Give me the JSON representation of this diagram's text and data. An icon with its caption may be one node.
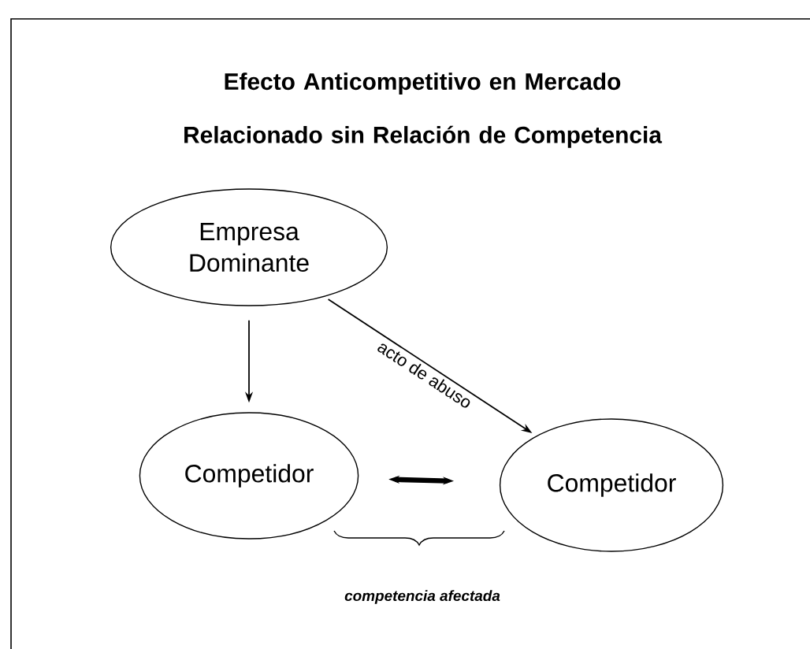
{
  "diagram": {
    "title": "Efecto Anticompetitivo en Mercado Relacionado sin Relación de Competencia",
    "nodes": [
      {
        "text": [
          "Empresa Dominante"
        ]
      },
      {
        "text": [
          "Competidor"
        ]
      },
      {
        "text": [
          "Competidor"
        ]
      }
    ],
    "edges": [
      {
        "from": 0,
        "to": 1,
        "arrow": "to"
      },
      {
        "from": 0,
        "to": 2,
        "arrow": "to",
        "label": "acto de abuso"
      },
      {
        "from": 1,
        "to": 2,
        "arrow": "both",
        "style": "thick"
      }
    ],
    "labels": [
      "competencia afectada"
    ]
  }
}
